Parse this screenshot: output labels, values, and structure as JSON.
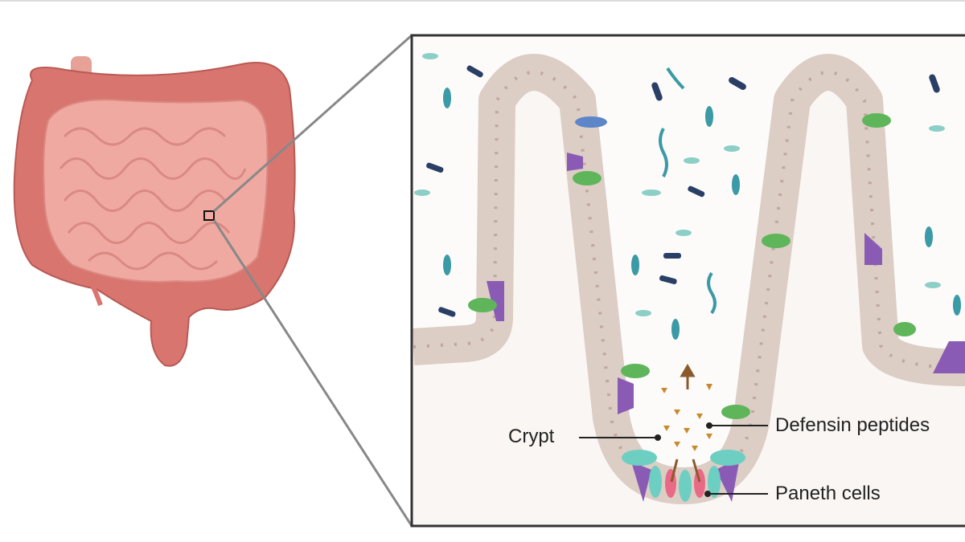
{
  "labels": {
    "crypt": "Crypt",
    "defensin": "Defensin peptides",
    "paneth": "Paneth cells"
  },
  "colors": {
    "intestine": "#d9756f",
    "small_intestine": "#f0a9a0",
    "epithelium": "#dccdc5",
    "bacteria_teal": "#3a9aa5",
    "bacteria_navy": "#2a3f66",
    "goblet_cell": "#8a5bb5",
    "enteroendocrine_cell": "#5fb55a",
    "paneth_cell": "#e86a86",
    "stem_cell": "#6ccfc2",
    "defensin": "#c8892b"
  }
}
